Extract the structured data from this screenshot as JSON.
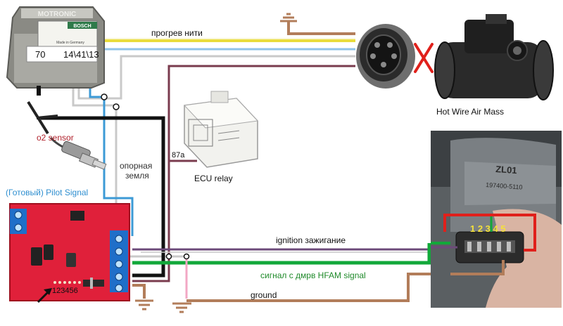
{
  "ecu": {
    "brand": "MOTRONIC",
    "maker_badge": "BOSCH",
    "code_left": "70",
    "code_right": "14\\41\\13",
    "small_print": "Made in Germany"
  },
  "labels": {
    "heater": "прогрев нити",
    "maf_hot_wire": "Hot Wire Air Mass",
    "o2_sensor": "o2 sensor",
    "relay_pin": "87a",
    "ecu_relay": "ECU relay",
    "ref_ground_line1": "опорная",
    "ref_ground_line2": "земля",
    "pilot_signal": "(Готовый) Pilot Signal",
    "ignition": "ignition зажигание",
    "hfam_signal": "сигнал с дмрв HFAM signal",
    "ground": "ground",
    "board_pins": "123456",
    "hfam_pins": "1 2 3 4 5",
    "hfam_part_line1": "ZL01",
    "hfam_part_line2": "197400-5110"
  },
  "colors": {
    "red_x": "#e0201b",
    "heater_wire": "#e9dc3c",
    "pilot_wire": "#3c9ad6",
    "ignition_wire": "#6d4a7a",
    "ecu_feed_wire": "#7a3b4e",
    "signal_wire": "#12a83a",
    "ground_wire": "#b27d5a",
    "pcb": "#e0203a",
    "o2_label": "#b0202a",
    "pilot_label": "#2f8fd0",
    "signal_label": "#1f8a2a"
  }
}
